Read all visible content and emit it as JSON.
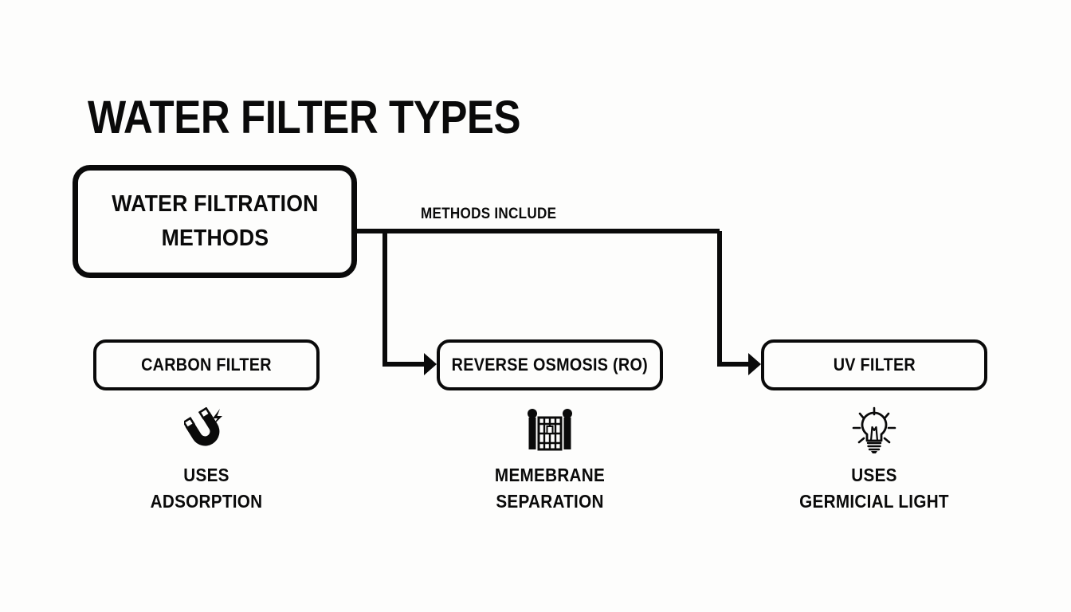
{
  "page": {
    "title": "WATER FILTER TYPES",
    "background_color": "#fdfdfc",
    "ink_color": "#0a0a0a"
  },
  "root": {
    "line1": "WATER FILTRATION",
    "line2": "METHODS"
  },
  "edge": {
    "label": "METHODS INCLUDE"
  },
  "methods": [
    {
      "id": "carbon",
      "box_label": "CARBON FILTER",
      "icon": "magnet-icon",
      "caption_line1": "USES",
      "caption_line2": "ADSORPTION"
    },
    {
      "id": "reverse-osmosis",
      "box_label": "REVERSE OSMOSIS (RO)",
      "icon": "membrane-gate-icon",
      "caption_line1": "MEMEBRANE",
      "caption_line2": "SEPARATION"
    },
    {
      "id": "uv",
      "box_label": "UV FILTER",
      "icon": "lightbulb-icon",
      "caption_line1": "USES",
      "caption_line2": "GERMICIAL LIGHT"
    }
  ]
}
